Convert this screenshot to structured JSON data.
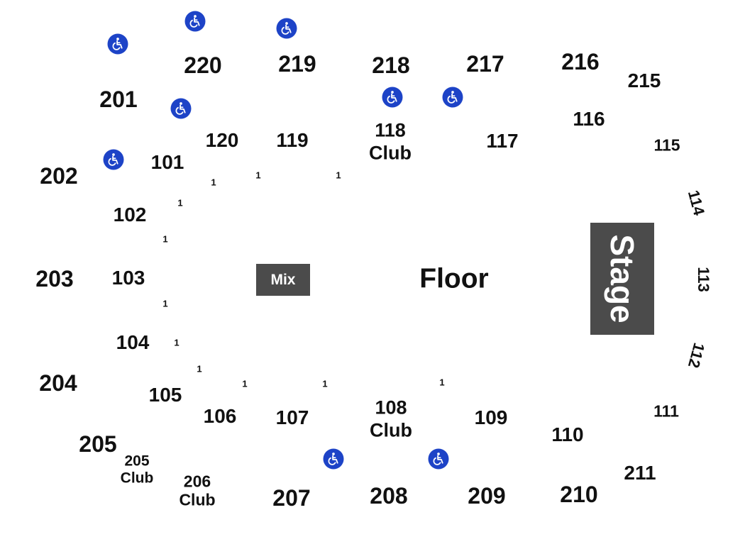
{
  "sections": {
    "s201": "201",
    "s202": "202",
    "s203": "203",
    "s204": "204",
    "s205": "205",
    "s207": "207",
    "s208": "208",
    "s209": "209",
    "s210": "210",
    "s211": "211",
    "s215": "215",
    "s216": "216",
    "s217": "217",
    "s218": "218",
    "s219": "219",
    "s220": "220",
    "s101": "101",
    "s102": "102",
    "s103": "103",
    "s104": "104",
    "s105": "105",
    "s106": "106",
    "s107": "107",
    "s109": "109",
    "s110": "110",
    "s111": "111",
    "s112": "112",
    "s113": "113",
    "s114": "114",
    "s115": "115",
    "s116": "116",
    "s117": "117",
    "s119": "119",
    "s120": "120"
  },
  "clubs": {
    "c118": {
      "number": "118",
      "label": "Club"
    },
    "c108": {
      "number": "108",
      "label": "Club"
    },
    "c205": {
      "number": "205",
      "label": "Club"
    },
    "c206": {
      "number": "206",
      "label": "Club"
    }
  },
  "row_markers": {
    "label": "1"
  },
  "areas": {
    "floor": "Floor",
    "mix": "Mix",
    "stage": "Stage"
  },
  "icons": {
    "accessible": "wheelchair-accessible-icon"
  },
  "colors": {
    "accessible": "#1d43c7",
    "stage": "#4b4b4b",
    "text": "#111111"
  }
}
